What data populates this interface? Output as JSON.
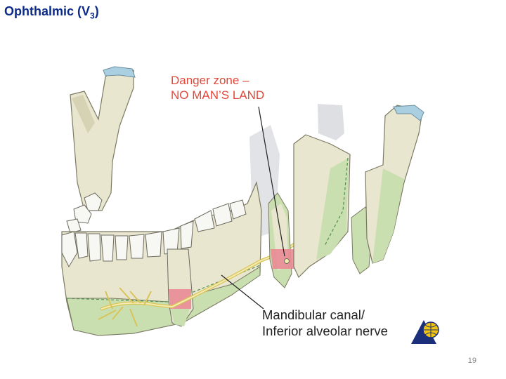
{
  "slide": {
    "title_main": "Ophthalmic (V",
    "title_sub": "3",
    "title_end": ")",
    "page_number": "19"
  },
  "figure": {
    "label_danger_line1": "Danger zone –",
    "label_danger_line2": "NO MAN’S LAND",
    "label_canal_line1": "Mandibular canal/",
    "label_canal_line2": "Inferior alveolar nerve",
    "colors": {
      "bone": "#e9e6cf",
      "bone_shadow": "#d6d3b4",
      "cortical": "#c9dfb0",
      "danger": "#e98a93",
      "nerve": "#ecdf8e",
      "cartilage": "#a9cfe0",
      "label_red": "#e2483b",
      "title_blue": "#0b2a8a"
    }
  }
}
